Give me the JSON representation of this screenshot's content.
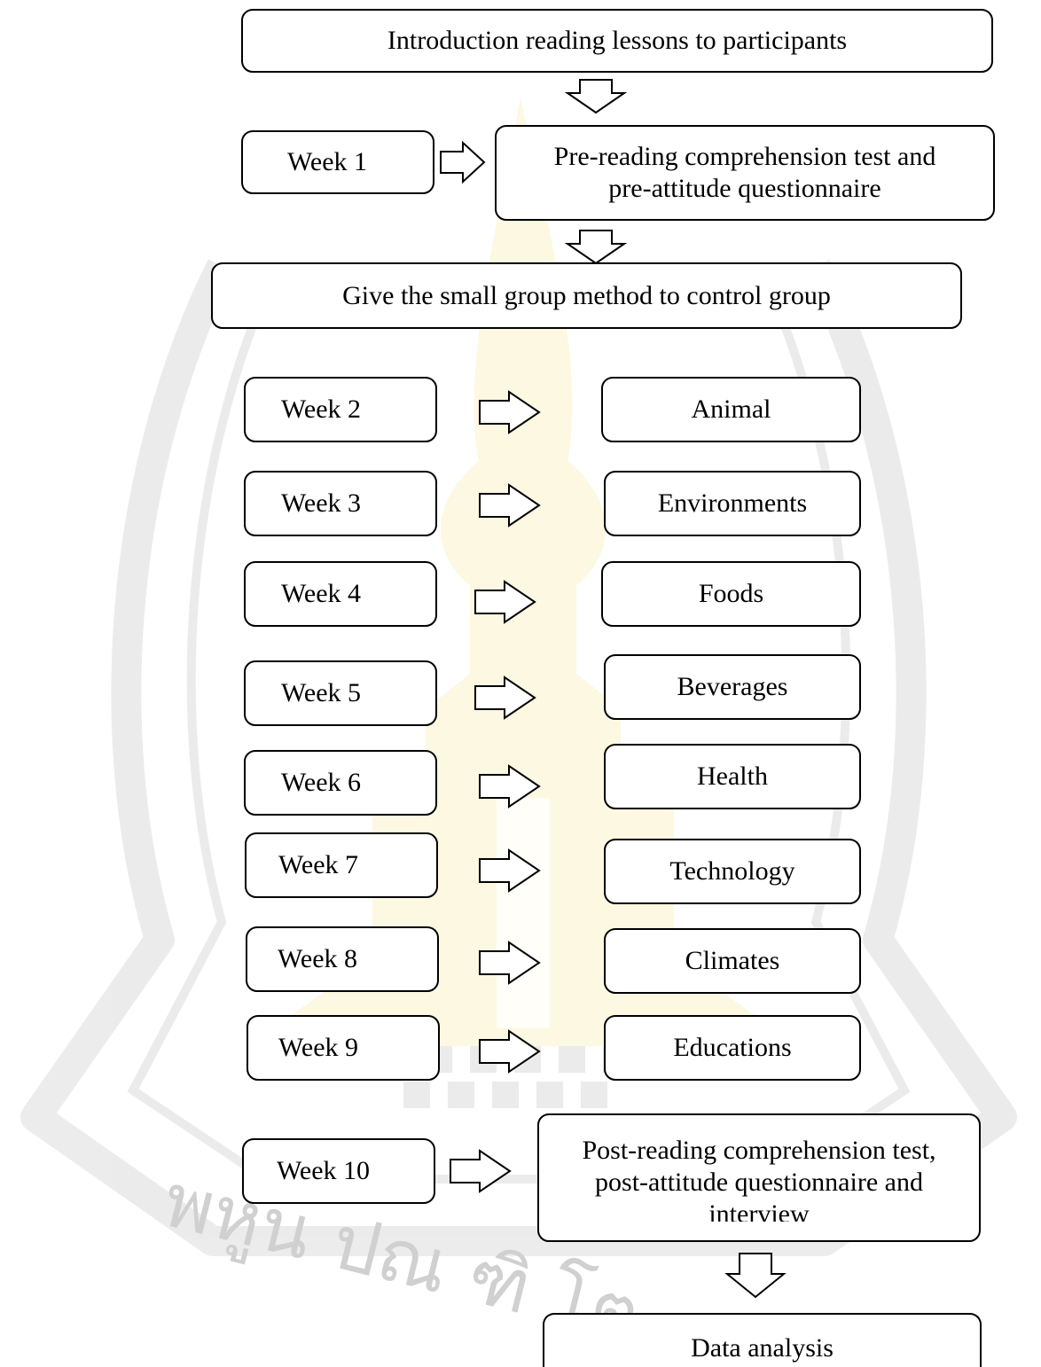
{
  "colors": {
    "stroke": "#000000",
    "background": "#ffffff",
    "watermark_gold": "#f3dc64",
    "watermark_gray": "#c8c8c8"
  },
  "flow": {
    "intro": "Introduction reading lessons to participants",
    "week1_label": "Week 1",
    "pre_test": "Pre-reading comprehension test and\npre-attitude questionnaire",
    "control_method": "Give the small group method to control group",
    "weeks": [
      {
        "label": "Week 2",
        "topic": "Animal"
      },
      {
        "label": "Week 3",
        "topic": "Environments"
      },
      {
        "label": "Week 4",
        "topic": "Foods"
      },
      {
        "label": "Week 5",
        "topic": "Beverages"
      },
      {
        "label": "Week 6",
        "topic": "Health"
      },
      {
        "label": "Week 7",
        "topic": "Technology"
      },
      {
        "label": "Week 8",
        "topic": "Climates"
      },
      {
        "label": "Week 9",
        "topic": "Educations"
      }
    ],
    "week10_label": "Week 10",
    "post_test": "Post-reading comprehension test,\npost-attitude questionnaire and\ninterview",
    "analysis": "Data analysis"
  },
  "watermark": {
    "text": "พหูน ปณ ฑิ โต"
  }
}
